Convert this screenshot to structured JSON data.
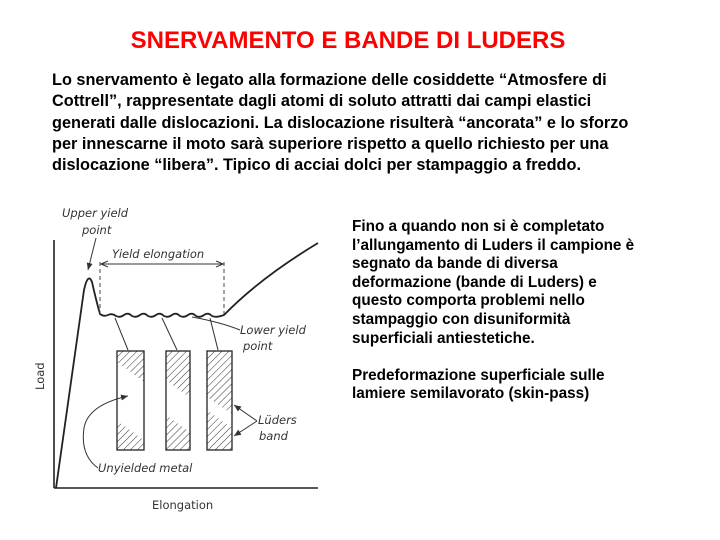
{
  "slide": {
    "title": "SNERVAMENTO E BANDE DI LUDERS",
    "title_color": "#ff0000",
    "intro_lines": [
      "Lo snervamento è legato alla formazione delle cosiddette “Atmosfere di",
      "Cottrell”, rappresentate dagli atomi di soluto attratti dai campi elastici",
      "generati dalle dislocazioni. La dislocazione risulterà “ancorata” e lo sforzo",
      "per innescarne il moto sarà superiore rispetto a quello richiesto per una",
      "dislocazione “libera”.  Tipico di acciai dolci per stampaggio a freddo."
    ],
    "side_paragraph_1": [
      "Fino a quando non si è completato",
      "l’allungamento di Luders il campione è",
      "segnato da bande di diversa",
      "deformazione (bande di Luders) e",
      "questo comporta problemi nello",
      "stampaggio con disuniformità",
      "superficiali antiestetiche."
    ],
    "side_paragraph_2": [
      "Predeformazione superficiale sulle",
      "lamiere semilavorato (skin-pass)"
    ]
  },
  "diagram": {
    "labels": {
      "upper_yield_1": "Upper yield",
      "upper_yield_2": "point",
      "yield_elongation": "Yield elongation",
      "lower_yield_1": "Lower yield",
      "lower_yield_2": "point",
      "luders_1": "Lüders",
      "luders_2": "band",
      "unyielded": "Unyielded metal",
      "y_axis": "Load",
      "x_axis": "Elongation"
    }
  }
}
